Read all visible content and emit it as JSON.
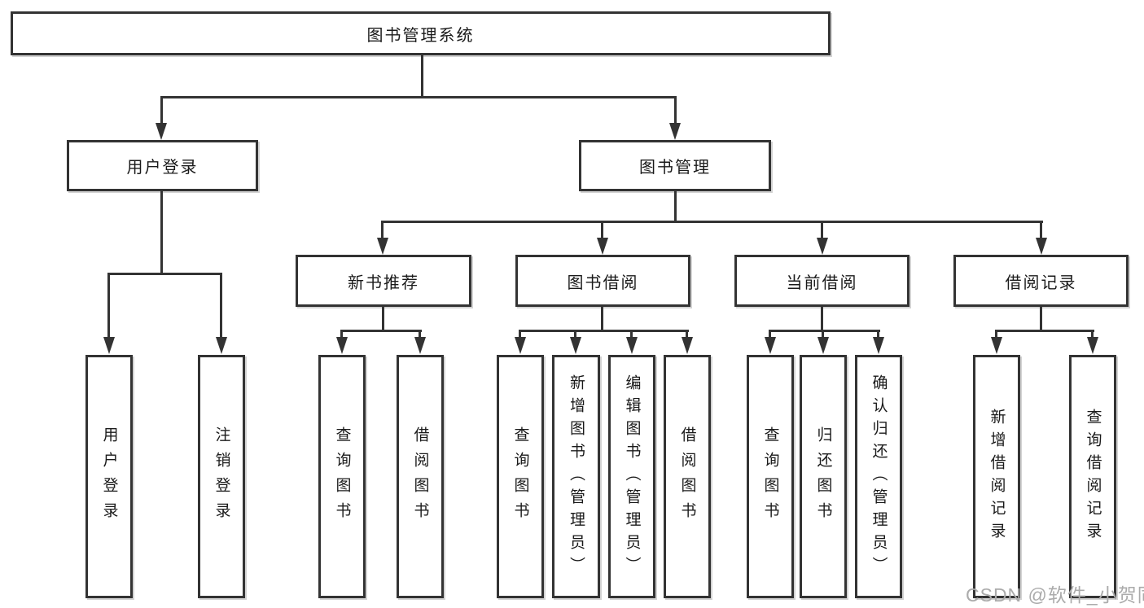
{
  "tree": {
    "root": {
      "label": "图书管理系统"
    },
    "children": [
      {
        "label": "用户登录",
        "children": [
          {
            "label": "用户登录"
          },
          {
            "label": "注销登录"
          }
        ]
      },
      {
        "label": "图书管理",
        "children": [
          {
            "label": "新书推荐",
            "children": [
              {
                "label": "查询图书"
              },
              {
                "label": "借阅图书"
              }
            ]
          },
          {
            "label": "图书借阅",
            "children": [
              {
                "label": "查询图书"
              },
              {
                "label": "新增图书（管理员）"
              },
              {
                "label": "编辑图书（管理员）"
              },
              {
                "label": "借阅图书"
              }
            ]
          },
          {
            "label": "当前借阅",
            "children": [
              {
                "label": "查询图书"
              },
              {
                "label": "归还图书"
              },
              {
                "label": "确认归还（管理员）"
              }
            ]
          },
          {
            "label": "借阅记录",
            "children": [
              {
                "label": "新增借阅记录"
              },
              {
                "label": "查询借阅记录"
              }
            ]
          }
        ]
      }
    ]
  },
  "watermark": {
    "text": "CSDN @软件_小贺同学"
  },
  "colors": {
    "line": "#333333",
    "box_border": "#333333",
    "box_fill": "#ffffff",
    "text": "#1a1a1a",
    "watermark": "#ababab",
    "background": "#ffffff"
  }
}
